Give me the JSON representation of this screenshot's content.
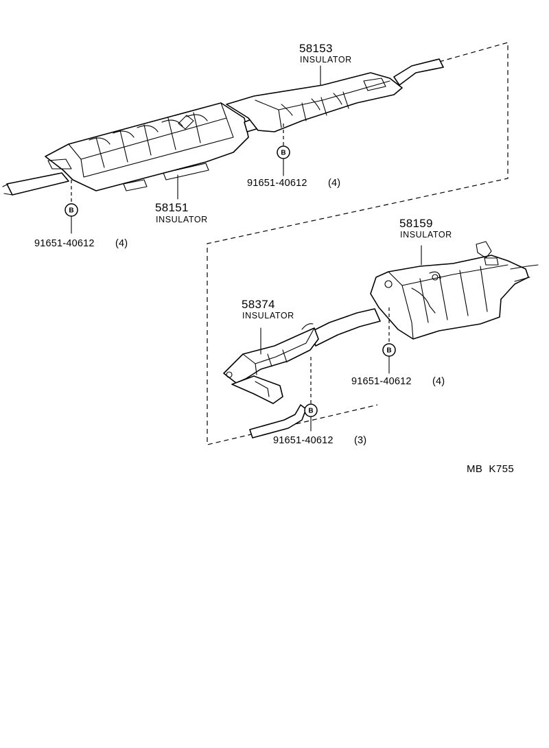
{
  "parts": [
    {
      "number": "58153",
      "name": "INSULATOR"
    },
    {
      "number": "58151",
      "name": "INSULATOR"
    },
    {
      "number": "58159",
      "name": "INSULATOR"
    },
    {
      "number": "58374",
      "name": "INSULATOR"
    }
  ],
  "fasteners": [
    {
      "symbol": "B",
      "part": "91651-40612",
      "qty": "(4)"
    },
    {
      "symbol": "B",
      "part": "91651-40612",
      "qty": "(4)"
    },
    {
      "symbol": "B",
      "part": "91651-40612",
      "qty": "(4)"
    },
    {
      "symbol": "B",
      "part": "91651-40612",
      "qty": "(3)"
    }
  ],
  "diagram_code": "MB  K755"
}
